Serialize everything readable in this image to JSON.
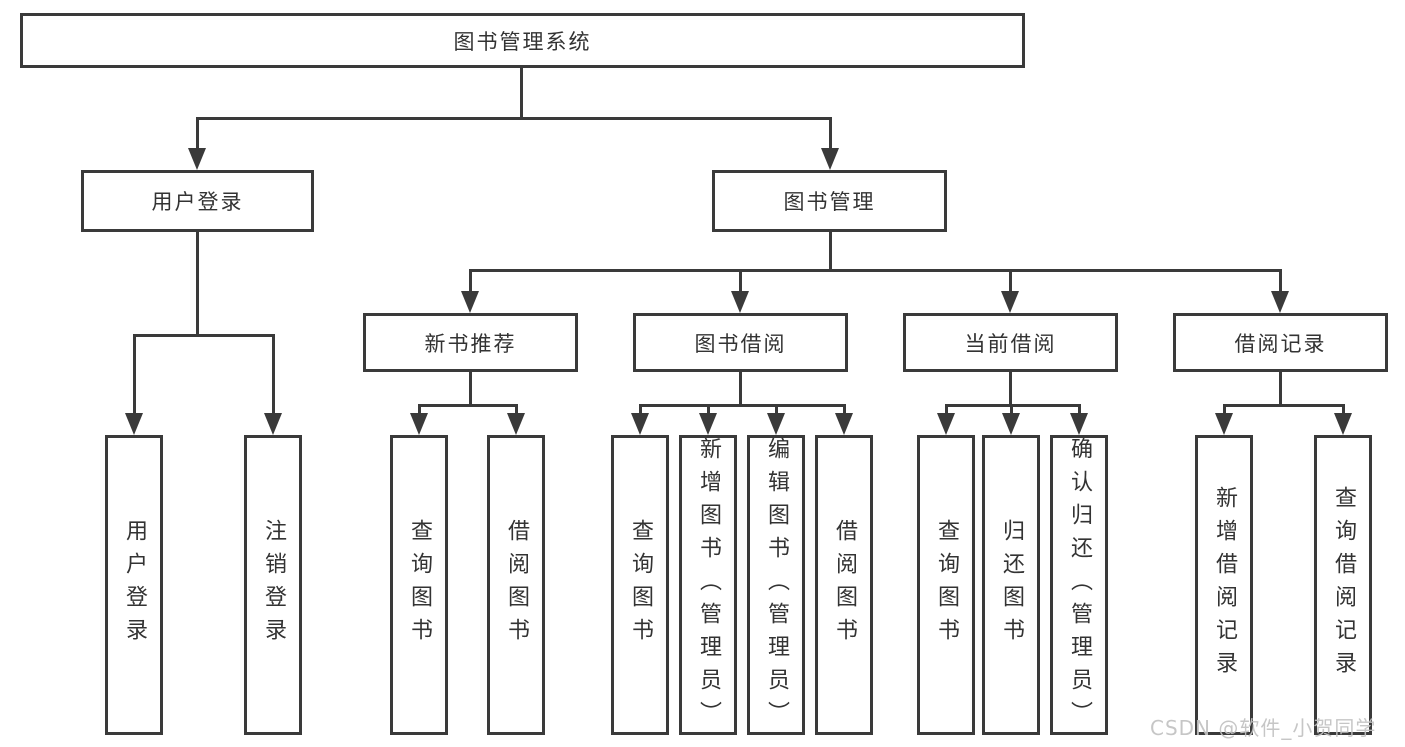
{
  "diagram": {
    "title": "图书管理系统",
    "children": [
      {
        "label": "用户登录",
        "children": [
          {
            "label": "用户登录"
          },
          {
            "label": "注销登录"
          }
        ]
      },
      {
        "label": "图书管理",
        "children": [
          {
            "label": "新书推荐",
            "children": [
              {
                "label": "查询图书"
              },
              {
                "label": "借阅图书"
              }
            ]
          },
          {
            "label": "图书借阅",
            "children": [
              {
                "label": "查询图书"
              },
              {
                "label": "新增图书（管理员）"
              },
              {
                "label": "编辑图书（管理员）"
              },
              {
                "label": "借阅图书"
              }
            ]
          },
          {
            "label": "当前借阅",
            "children": [
              {
                "label": "查询图书"
              },
              {
                "label": "归还图书"
              },
              {
                "label": "确认归还（管理员）"
              }
            ]
          },
          {
            "label": "借阅记录",
            "children": [
              {
                "label": "新增借阅记录"
              },
              {
                "label": "查询借阅记录"
              }
            ]
          }
        ]
      }
    ]
  },
  "watermark": {
    "text": "CSDN @软件_小贺同学"
  },
  "colors": {
    "line": "#3a3a3a",
    "text": "#333333",
    "watermark": "#c2c2c2",
    "background": "#ffffff"
  }
}
